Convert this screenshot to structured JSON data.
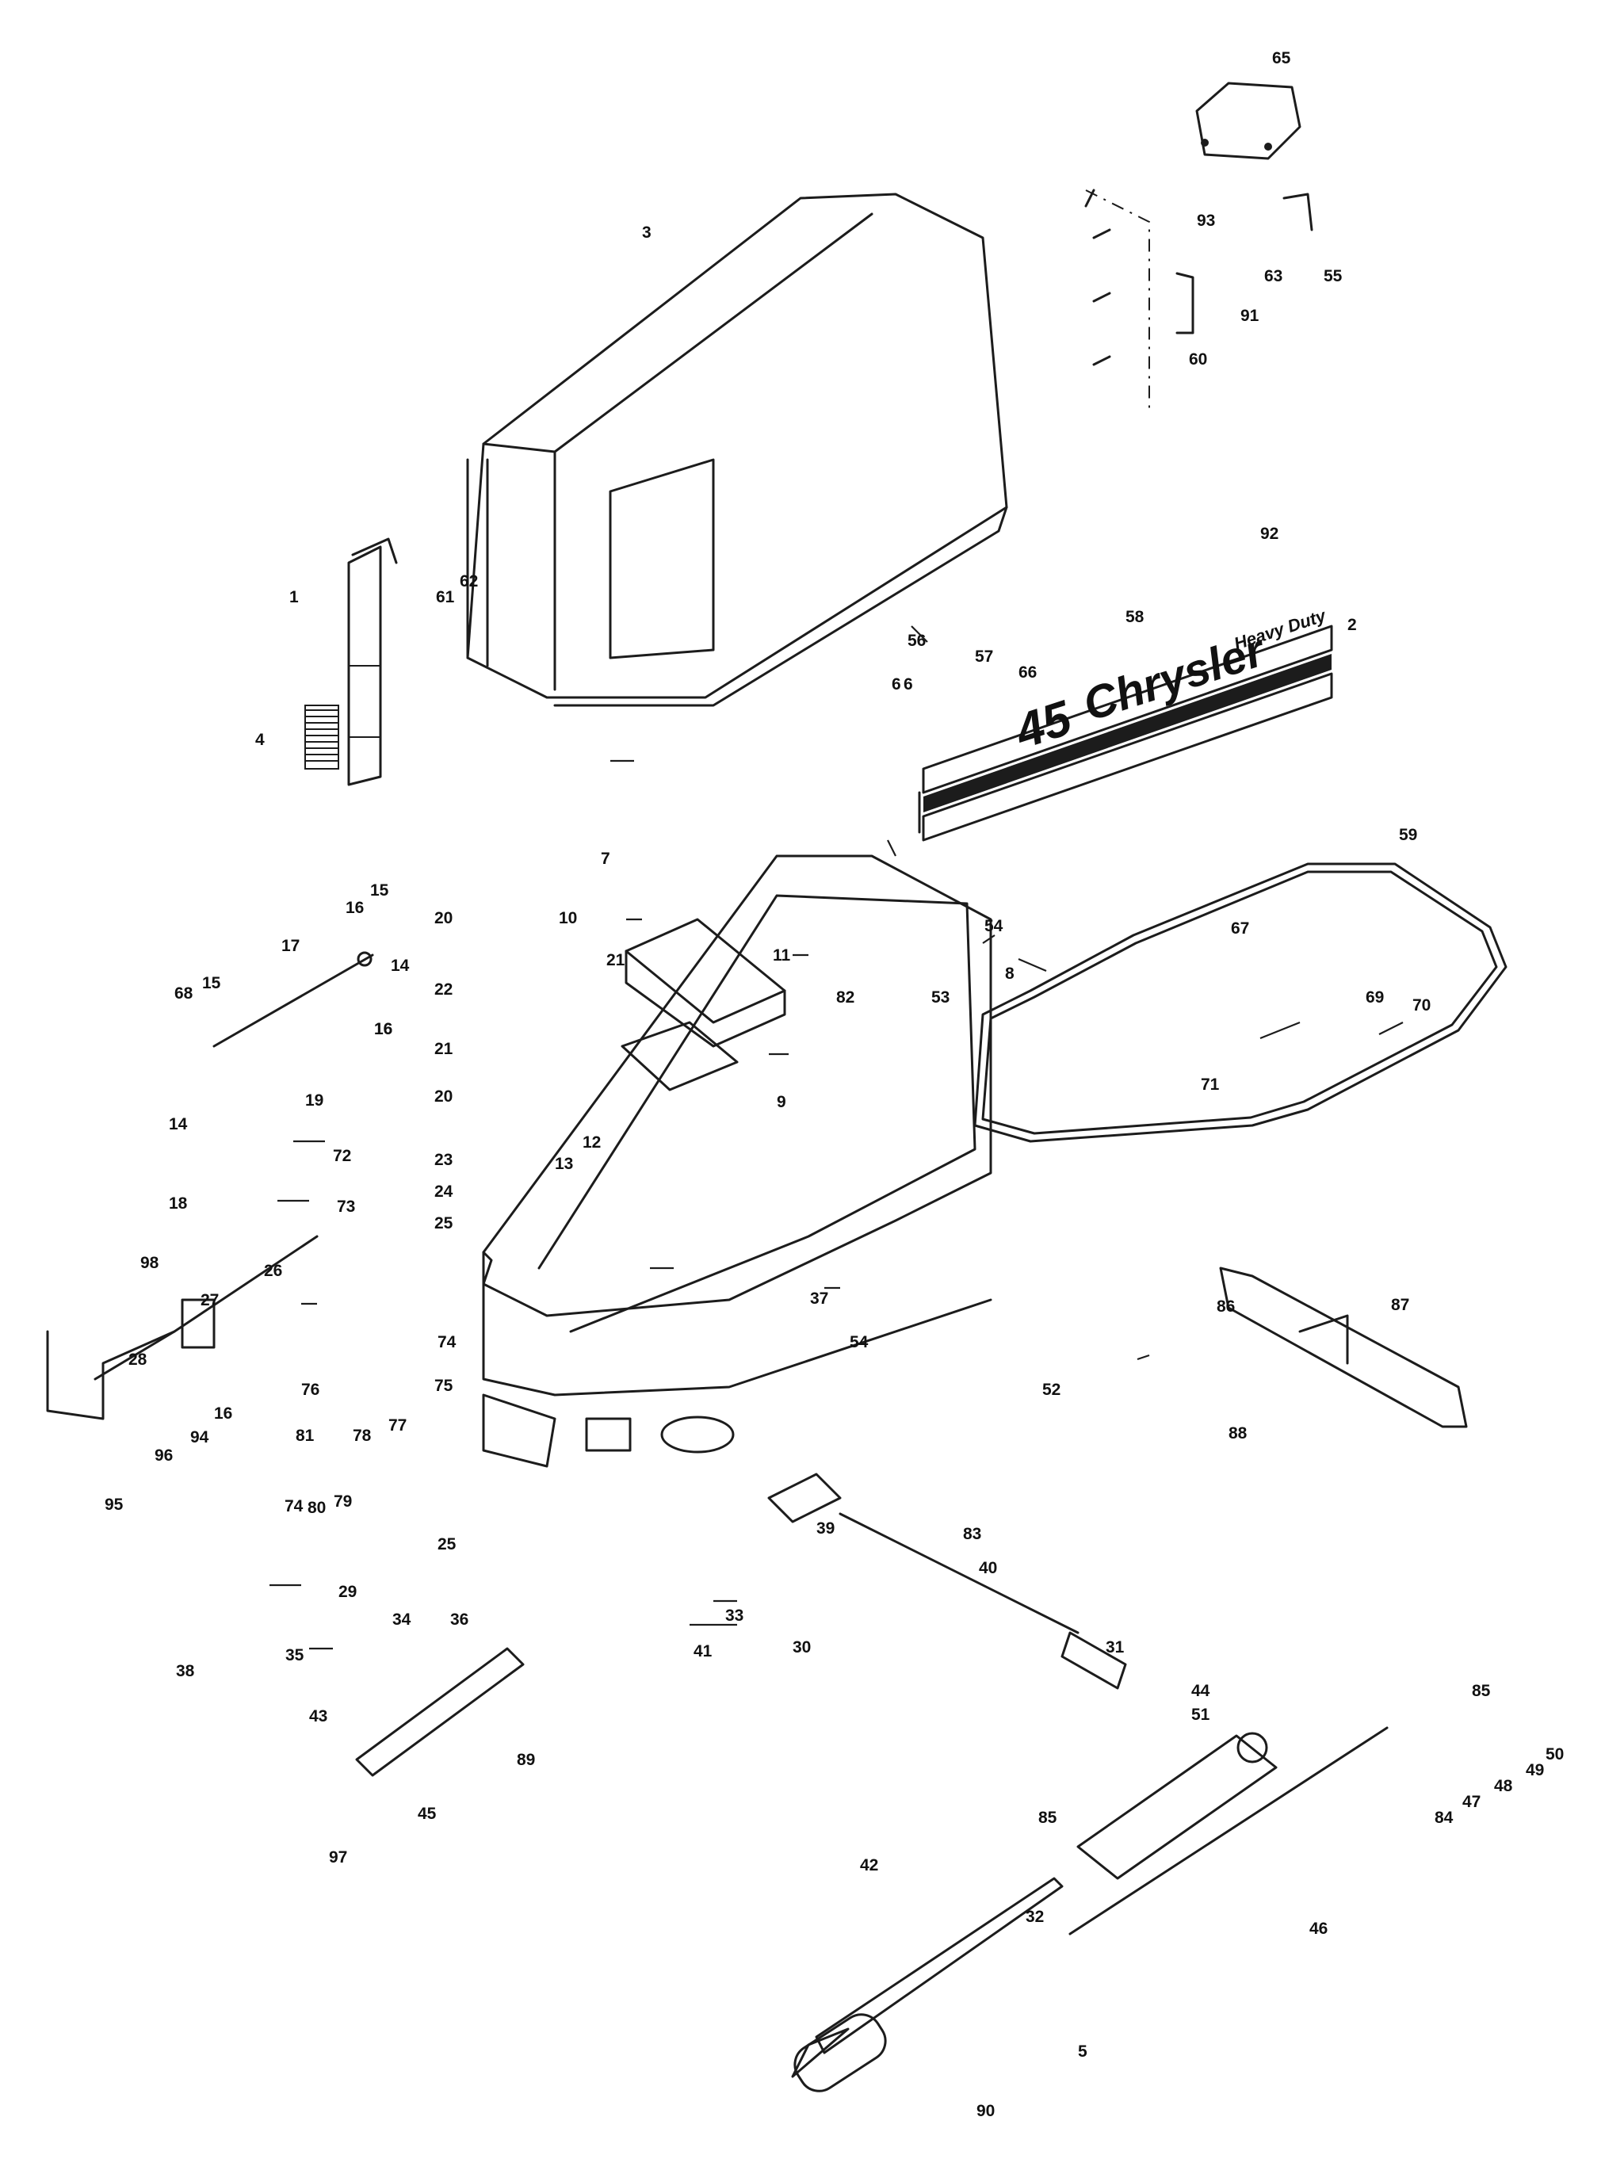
{
  "decal": {
    "number": "45",
    "brand": "Chrysler",
    "subtitle": "Heavy Duty"
  },
  "callouts": [
    "65",
    "3",
    "93",
    "63",
    "55",
    "91",
    "60",
    "92",
    "1",
    "62",
    "61",
    "58",
    "2",
    "57",
    "56",
    "6",
    "66",
    "4",
    "6",
    "7",
    "59",
    "15",
    "16",
    "20",
    "10",
    "54",
    "17",
    "14",
    "21",
    "11",
    "8",
    "53",
    "67",
    "68",
    "15",
    "16",
    "22",
    "82",
    "69",
    "16",
    "21",
    "70",
    "19",
    "20",
    "9",
    "71",
    "14",
    "72",
    "12",
    "23",
    "13",
    "24",
    "18",
    "73",
    "25",
    "98",
    "26",
    "27",
    "37",
    "74",
    "54",
    "86",
    "87",
    "28",
    "76",
    "75",
    "52",
    "16",
    "77",
    "94",
    "96",
    "81",
    "78",
    "88",
    "95",
    "74",
    "80",
    "79",
    "39",
    "83",
    "25",
    "40",
    "29",
    "34",
    "33",
    "36",
    "30",
    "35",
    "41",
    "31",
    "38",
    "43",
    "44",
    "51",
    "85",
    "89",
    "50",
    "49",
    "48",
    "47",
    "84",
    "45",
    "85",
    "97",
    "42",
    "32",
    "46",
    "5",
    "90"
  ]
}
